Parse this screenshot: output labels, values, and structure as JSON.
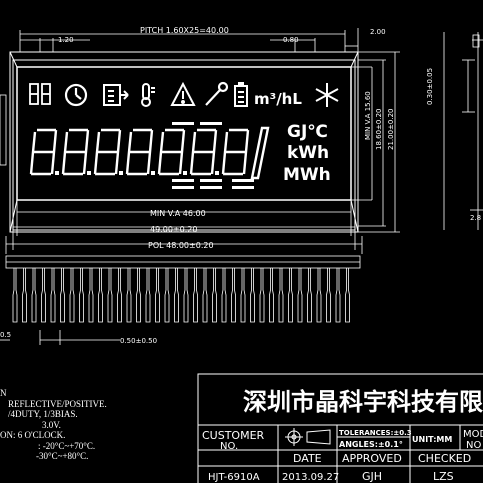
{
  "dims": {
    "pitch": "PITCH 1.60X25=40.00",
    "d120": "1.20",
    "d080": "0.80",
    "d200": "2.00",
    "va_height": "MIN V.A 15.60",
    "view_height": "18.60±0.20",
    "total_height": "21.00±0.20",
    "right_small": "0.30±0.05",
    "min_va_width": "MIN V.A 46.00",
    "view_width": "49.00±0.20",
    "pol": "POL 48.00±0.20",
    "pin": "0.50±0.50",
    "pin_left": "0.5",
    "right_28": "2.8"
  },
  "lcd": {
    "units_top": "m³/hL",
    "units_1": "GJ℃",
    "units_2": "kWh",
    "units_3": "MWh"
  },
  "notes": [
    "N",
    "REFLECTIVE/POSITIVE.",
    "/4DUTY, 1/3BIAS.",
    "3.0V.",
    "ON: 6 O'CLOCK.",
    ": -20°C~+70°C.",
    "-30°C~+80°C."
  ],
  "titleblock": {
    "company": "深圳市晶科宇科技有限",
    "customer_label": "CUSTOMER",
    "customer_label2": "NO.",
    "tolerance": "TOLERANCES:±0.3",
    "angles": "ANGLES:±0.1°",
    "unit": "UNIT:MM",
    "model": "MOD",
    "model2": "NO",
    "date_label": "DATE",
    "approved_label": "APPROVED",
    "checked_label": "CHECKED",
    "part_no": "HJT-6910A",
    "date": "2013.09.27",
    "approved": "GJH",
    "checked": "LZS"
  }
}
